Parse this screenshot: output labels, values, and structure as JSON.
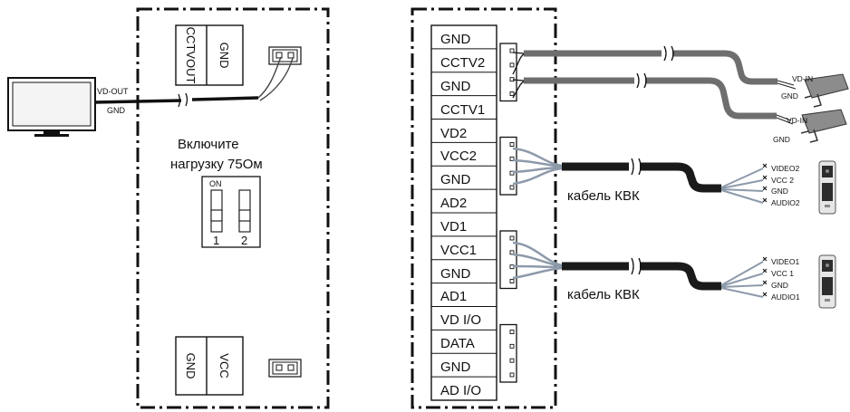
{
  "colors": {
    "ink": "#111111",
    "video_cable": "#6e6e6e",
    "kvk_cable": "#1a1a1a",
    "kvk_wires": "#8d9aaa",
    "monitor_screen": "#f4f4f4"
  },
  "left_unit": {
    "top_connector": [
      "CCTVOUT",
      "GND"
    ],
    "bottom_connector": [
      "GND",
      "VCC"
    ],
    "load_note": [
      "Включите",
      "нагрузку 75Ом"
    ],
    "dip": {
      "header": "ON",
      "labels": [
        "1",
        "2"
      ]
    }
  },
  "tv_monitor": {
    "vd_out": "VD-OUT",
    "gnd": "GND"
  },
  "right_unit": {
    "terminals": [
      "GND",
      "CCTV2",
      "GND",
      "CCTV1",
      "VD2",
      "VCC2",
      "GND",
      "AD2",
      "VD1",
      "VCC1",
      "GND",
      "AD1",
      "VD I/O",
      "DATA",
      "GND",
      "AD I/O"
    ]
  },
  "cameras": [
    {
      "vd_in": "VD-IN",
      "gnd": "GND",
      "icon": "cctv-camera-icon"
    },
    {
      "vd_in": "VD-IN",
      "gnd": "GND",
      "icon": "cctv-camera-icon"
    }
  ],
  "cable_kvk": "кабель КВК",
  "call_panels": [
    {
      "wires": [
        "VIDEO2",
        "VCC 2",
        "GND",
        "AUDIO2"
      ],
      "icon": "call-panel-icon"
    },
    {
      "wires": [
        "VIDEO1",
        "VCC 1",
        "GND",
        "AUDIO1"
      ],
      "icon": "call-panel-icon"
    }
  ]
}
